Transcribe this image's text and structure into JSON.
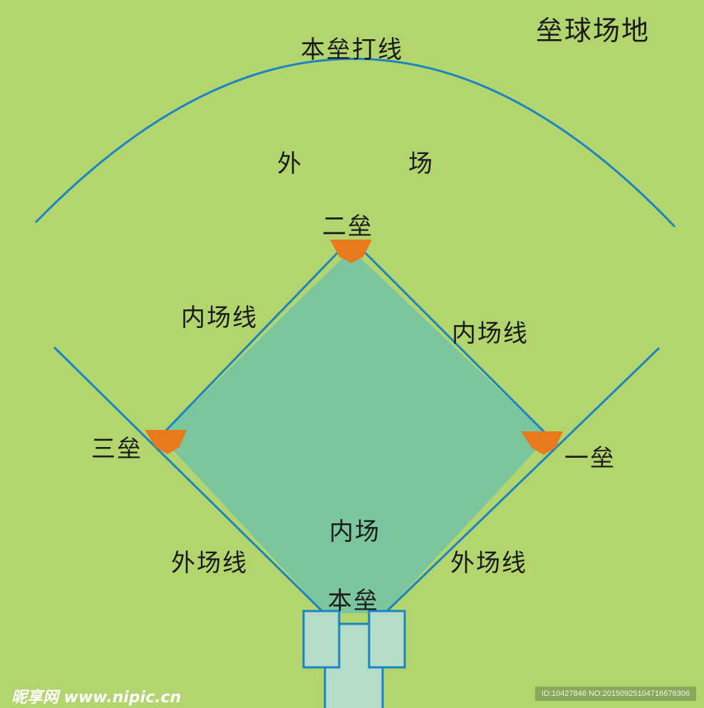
{
  "title": "垒球场地",
  "labels": {
    "home_run_line": "本垒打线",
    "outfield_left": "外",
    "outfield_right": "场",
    "second_base": "二垒",
    "third_base": "三垒",
    "first_base": "一垒",
    "infield_line_left": "内场线",
    "infield_line_right": "内场线",
    "infield": "内场",
    "outfield_line_left": "外场线",
    "outfield_line_right": "外场线",
    "home_base": "本垒"
  },
  "watermark": "昵享网 www.nipic.cn",
  "image_id": "ID:10427846 NO:20150925104716676306",
  "colors": {
    "field": "#b3d56e",
    "infield": "#7cc69f",
    "line": "#1a85c0",
    "base": "#e87a1e",
    "box": "#b5dcc8"
  }
}
